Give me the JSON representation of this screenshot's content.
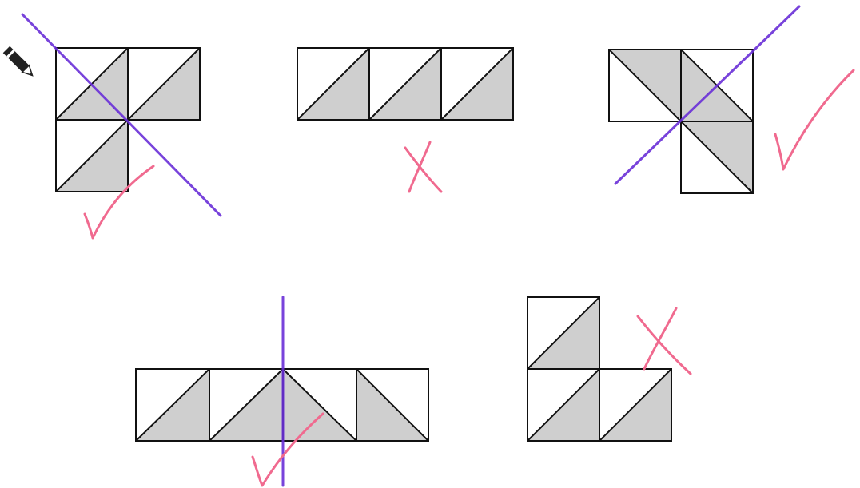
{
  "colors": {
    "background": "#ffffff",
    "grid_line": "#111111",
    "shaded_triangle": "#cfcfcf",
    "symmetry_line": "#6a2fd8",
    "check_mark": "#f06a8f",
    "cross_mark": "#f06a8f",
    "pencil": "#222222"
  },
  "icons": {
    "pencil": "pencil-icon"
  },
  "figures": [
    {
      "id": "figure-1",
      "has_symmetry_line": true,
      "line_direction": "diagonal-down",
      "mark": "check"
    },
    {
      "id": "figure-2",
      "has_symmetry_line": false,
      "mark": "cross"
    },
    {
      "id": "figure-3",
      "has_symmetry_line": true,
      "line_direction": "diagonal-up",
      "mark": "check"
    },
    {
      "id": "figure-4",
      "has_symmetry_line": true,
      "line_direction": "vertical",
      "mark": "check"
    },
    {
      "id": "figure-5",
      "has_symmetry_line": false,
      "mark": "cross"
    }
  ]
}
